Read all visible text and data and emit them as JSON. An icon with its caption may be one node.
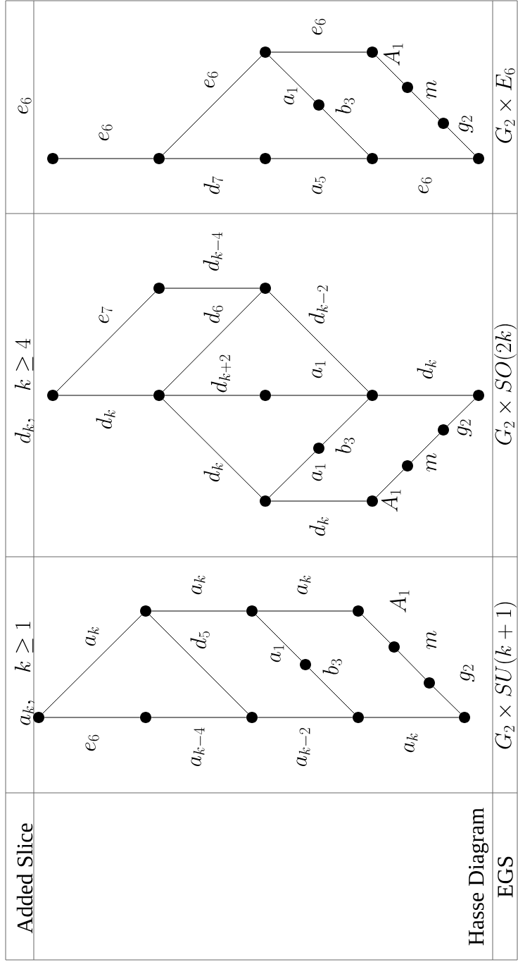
{
  "diagram": {
    "nodes": [
      {
        "text": [],
        "shape": "circle"
      },
      {
        "text": [],
        "shape": "circle"
      },
      {
        "text": [],
        "shape": "circle"
      },
      {
        "text": [],
        "shape": "circle"
      },
      {
        "text": [],
        "shape": "circle"
      },
      {
        "text": [],
        "shape": "circle"
      },
      {
        "text": [],
        "shape": "circle"
      },
      {
        "text": [],
        "shape": "circle"
      },
      {
        "text": [],
        "shape": "circle"
      },
      {
        "text": [],
        "shape": "circle"
      },
      {
        "text": [],
        "shape": "circle"
      },
      {
        "text": [],
        "shape": "circle"
      },
      {
        "text": [],
        "shape": "circle"
      },
      {
        "text": [],
        "shape": "circle"
      },
      {
        "text": [],
        "shape": "circle"
      },
      {
        "text": [],
        "shape": "circle"
      },
      {
        "text": [],
        "shape": "circle"
      },
      {
        "text": [],
        "shape": "circle"
      },
      {
        "text": [],
        "shape": "circle"
      },
      {
        "text": [],
        "shape": "circle"
      },
      {
        "text": [],
        "shape": "circle"
      },
      {
        "text": [],
        "shape": "circle"
      },
      {
        "text": [],
        "shape": "circle"
      },
      {
        "text": [],
        "shape": "circle"
      },
      {
        "text": [],
        "shape": "circle"
      },
      {
        "text": [],
        "shape": "circle"
      },
      {
        "text": [],
        "shape": "circle"
      },
      {
        "text": [],
        "shape": "circle"
      },
      {
        "text": [],
        "shape": "circle"
      },
      {
        "text": [],
        "shape": "circle"
      },
      {
        "text": [],
        "shape": "circle"
      },
      {
        "text": [],
        "shape": "circle"
      },
      {
        "text": [],
        "shape": "circle"
      }
    ],
    "edges": [
      {
        "from": 0,
        "to": 1,
        "arrow": "none",
        "label": "e_6"
      },
      {
        "from": 1,
        "to": 2,
        "arrow": "none",
        "label": "d_7"
      },
      {
        "from": 2,
        "to": 3,
        "arrow": "none",
        "label": "a_5"
      },
      {
        "from": 3,
        "to": 4,
        "arrow": "none",
        "label": "e_6"
      },
      {
        "from": 1,
        "to": 5,
        "arrow": "none",
        "label": "e_6"
      },
      {
        "from": 5,
        "to": 6,
        "arrow": "none",
        "label": "e_6"
      },
      {
        "from": 5,
        "to": 7,
        "arrow": "none",
        "label": "a_1"
      },
      {
        "from": 7,
        "to": 3,
        "arrow": "none",
        "label": "b_3"
      },
      {
        "from": 6,
        "to": 8,
        "arrow": "none",
        "label": "A_1"
      },
      {
        "from": 8,
        "to": 9,
        "arrow": "none",
        "label": "m"
      },
      {
        "from": 9,
        "to": 4,
        "arrow": "none",
        "label": "g_2"
      },
      {
        "from": 12,
        "to": 10,
        "arrow": "none",
        "label": "e_7"
      },
      {
        "from": 10,
        "to": 11,
        "arrow": "none",
        "label": "d_{k-4}"
      },
      {
        "from": 11,
        "to": 15,
        "arrow": "none",
        "label": "d_{k-2}"
      },
      {
        "from": 13,
        "to": 11,
        "arrow": "none",
        "label": "d_6"
      },
      {
        "from": 12,
        "to": 13,
        "arrow": "none",
        "label": "d_k"
      },
      {
        "from": 13,
        "to": 14,
        "arrow": "none",
        "label": "d_{k+2}"
      },
      {
        "from": 14,
        "to": 15,
        "arrow": "none",
        "label": "a_1"
      },
      {
        "from": 15,
        "to": 16,
        "arrow": "none",
        "label": "d_k"
      },
      {
        "from": 13,
        "to": 18,
        "arrow": "none",
        "label": "d_k"
      },
      {
        "from": 18,
        "to": 17,
        "arrow": "none",
        "label": "a_1"
      },
      {
        "from": 17,
        "to": 15,
        "arrow": "none",
        "label": "b_3"
      },
      {
        "from": 18,
        "to": 19,
        "arrow": "none",
        "label": "d_k"
      },
      {
        "from": 19,
        "to": 20,
        "arrow": "none",
        "label": "A_1"
      },
      {
        "from": 20,
        "to": 21,
        "arrow": "none",
        "label": "m"
      },
      {
        "from": 21,
        "to": 16,
        "arrow": "none",
        "label": "g_2"
      },
      {
        "from": 25,
        "to": 22,
        "arrow": "none",
        "label": "a_k"
      },
      {
        "from": 22,
        "to": 23,
        "arrow": "none",
        "label": "a_k"
      },
      {
        "from": 23,
        "to": 24,
        "arrow": "none",
        "label": "a_k"
      },
      {
        "from": 22,
        "to": 27,
        "arrow": "none",
        "label": "d_5"
      },
      {
        "from": 23,
        "to": 30,
        "arrow": "none",
        "label": "a_1"
      },
      {
        "from": 30,
        "to": 28,
        "arrow": "none",
        "label": "b_3"
      },
      {
        "from": 24,
        "to": 31,
        "arrow": "none",
        "label": "A_1"
      },
      {
        "from": 31,
        "to": 32,
        "arrow": "none",
        "label": "m"
      },
      {
        "from": 32,
        "to": 29,
        "arrow": "none",
        "label": "g_2"
      },
      {
        "from": 25,
        "to": 26,
        "arrow": "none",
        "label": "e_6"
      },
      {
        "from": 26,
        "to": 27,
        "arrow": "none",
        "label": "a_{k-4}"
      },
      {
        "from": 27,
        "to": 28,
        "arrow": "none",
        "label": "a_{k-2}"
      },
      {
        "from": 28,
        "to": 29,
        "arrow": "none",
        "label": "a_k"
      }
    ],
    "labels": [
      "Added Slice",
      "a_k,\\quad k\\geq 1",
      "d_k,\\quad k\\geq 4",
      "e_6",
      "Hasse Diagram",
      "EGS",
      "G_2\\times SU(k+1)",
      "G_2\\times SO(2k)",
      "G_2\\times E_6"
    ]
  }
}
